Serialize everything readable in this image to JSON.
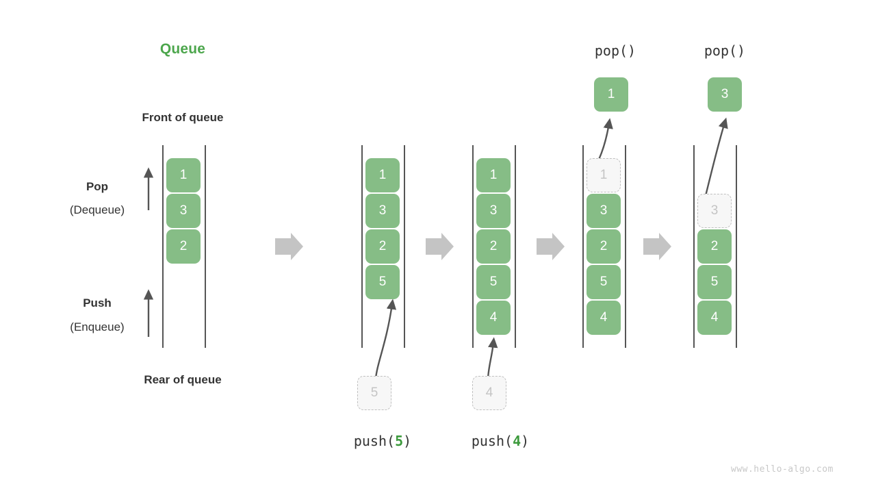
{
  "title": "Queue",
  "labels": {
    "front_of_queue": "Front of queue",
    "rear_of_queue": "Rear of queue",
    "pop_bold": "Pop",
    "pop_paren": "(Dequeue)",
    "push_bold": "Push",
    "push_paren": "(Enqueue)",
    "watermark": "www.hello-algo.com"
  },
  "colors": {
    "accent_green": "#4ca64c",
    "cell_green": "#86bd86",
    "ghost_fill": "#f7f7f7",
    "ghost_border": "#c0c0c0",
    "arrow_gray": "#c4c4c4",
    "stroke_dark": "#555555",
    "text_dark": "#333333",
    "watermark_gray": "#c8c8c8"
  },
  "stages": [
    {
      "id": "initial",
      "caption": "",
      "op_header": "",
      "cells": [
        {
          "value": "1",
          "state": "filled"
        },
        {
          "value": "3",
          "state": "filled"
        },
        {
          "value": "2",
          "state": "filled"
        }
      ],
      "incoming": null,
      "outgoing": null
    },
    {
      "id": "push-5",
      "caption_prefix": "push(",
      "caption_value": "5",
      "caption_suffix": ")",
      "op_header": "",
      "cells": [
        {
          "value": "1",
          "state": "filled"
        },
        {
          "value": "3",
          "state": "filled"
        },
        {
          "value": "2",
          "state": "filled"
        },
        {
          "value": "5",
          "state": "filled"
        }
      ],
      "incoming": {
        "value": "5",
        "state": "ghost"
      },
      "outgoing": null
    },
    {
      "id": "push-4",
      "caption_prefix": "push(",
      "caption_value": "4",
      "caption_suffix": ")",
      "op_header": "",
      "cells": [
        {
          "value": "1",
          "state": "filled"
        },
        {
          "value": "3",
          "state": "filled"
        },
        {
          "value": "2",
          "state": "filled"
        },
        {
          "value": "5",
          "state": "filled"
        },
        {
          "value": "4",
          "state": "filled"
        }
      ],
      "incoming": {
        "value": "4",
        "state": "ghost"
      },
      "outgoing": null
    },
    {
      "id": "pop-1",
      "caption": "",
      "op_header": "pop()",
      "cells": [
        {
          "value": "1",
          "state": "ghost"
        },
        {
          "value": "3",
          "state": "filled"
        },
        {
          "value": "2",
          "state": "filled"
        },
        {
          "value": "5",
          "state": "filled"
        },
        {
          "value": "4",
          "state": "filled"
        }
      ],
      "incoming": null,
      "outgoing": {
        "value": "1",
        "state": "filled"
      }
    },
    {
      "id": "pop-3",
      "caption": "",
      "op_header": "pop()",
      "cells": [
        {
          "value": "3",
          "state": "ghost"
        },
        {
          "value": "2",
          "state": "filled"
        },
        {
          "value": "5",
          "state": "filled"
        },
        {
          "value": "4",
          "state": "filled"
        }
      ],
      "incoming": null,
      "outgoing": {
        "value": "3",
        "state": "filled"
      }
    }
  ],
  "flow_arrows": 4
}
